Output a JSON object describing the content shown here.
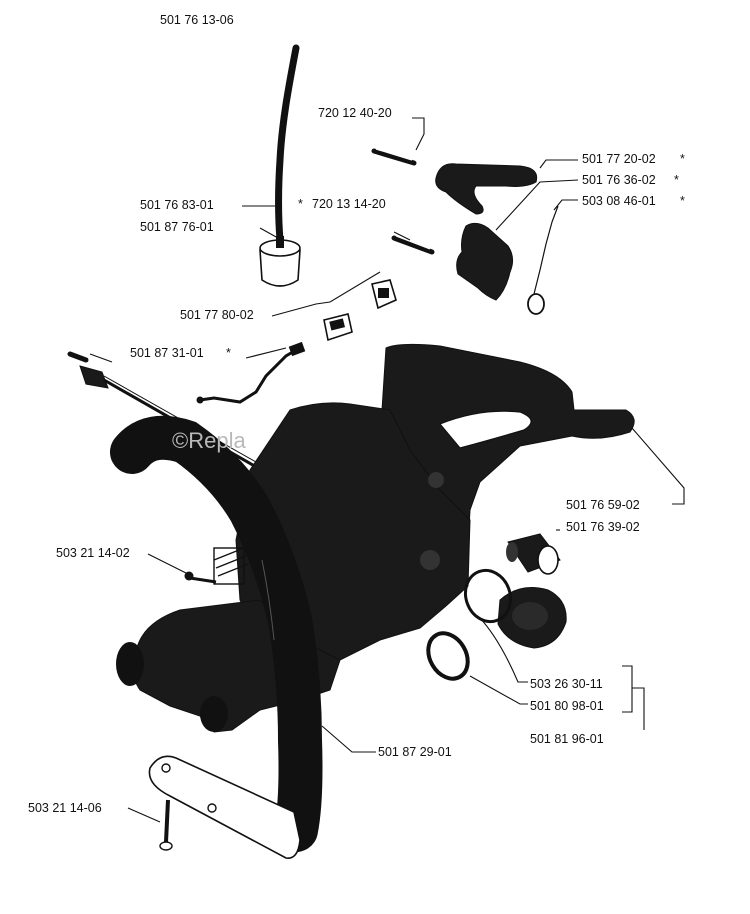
{
  "watermark": "©Repla",
  "part_numbers": [
    "501 76 13-06",
    "720 12 40-20",
    "501 77 20-02",
    "501 76 36-02",
    "503 08 46-01",
    "720 13 14-20",
    "501 76 83-01",
    "501 87 76-01",
    "501 77 80-02",
    "501 87 31-01",
    "501 76 59-02",
    "501 76 39-02",
    "503 21 14-02",
    "503 26 30-11",
    "501 80 98-01",
    "501 81 96-01",
    "501 87 29-01",
    "503 21 14-06"
  ],
  "asterisk": "*"
}
